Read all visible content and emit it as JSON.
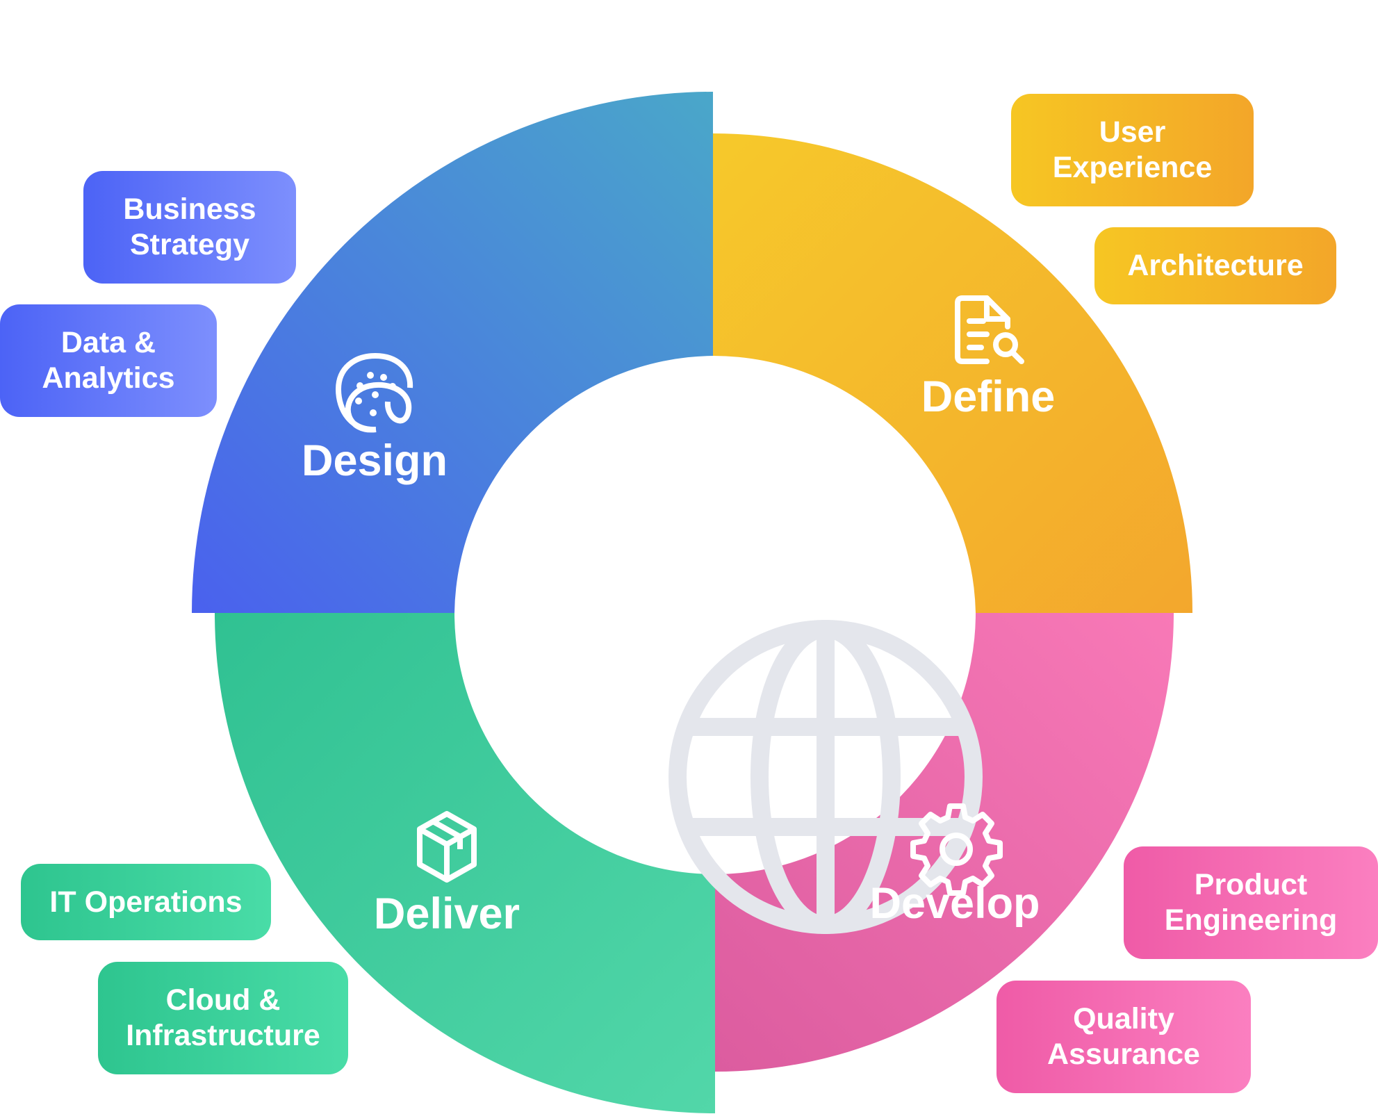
{
  "segments": {
    "design": {
      "label": "Design",
      "icon": "palette-icon",
      "color_from": "#4a61ee",
      "color_to": "#4aa7c9"
    },
    "define": {
      "label": "Define",
      "icon": "document-search-icon",
      "color_from": "#f6c92b",
      "color_to": "#f3a72d"
    },
    "develop": {
      "label": "Develop",
      "icon": "gear-icon",
      "color_from": "#dc5c9f",
      "color_to": "#f879b7"
    },
    "deliver": {
      "label": "Deliver",
      "icon": "box-icon",
      "color_from": "#30c192",
      "color_to": "#52d7a9"
    }
  },
  "center_icon": "globe-icon",
  "tags": {
    "business_strategy": {
      "line1": "Business",
      "line2": "Strategy"
    },
    "data_analytics": {
      "line1": "Data &",
      "line2": "Analytics"
    },
    "user_experience": {
      "line1": "User",
      "line2": "Experience"
    },
    "architecture": {
      "line1": "Architecture"
    },
    "product_engineering": {
      "line1": "Product",
      "line2": "Engineering"
    },
    "quality_assurance": {
      "line1": "Quality",
      "line2": "Assurance"
    },
    "it_operations": {
      "line1": "IT Operations"
    },
    "cloud_infrastructure": {
      "line1": "Cloud &",
      "line2": "Infrastructure"
    }
  }
}
